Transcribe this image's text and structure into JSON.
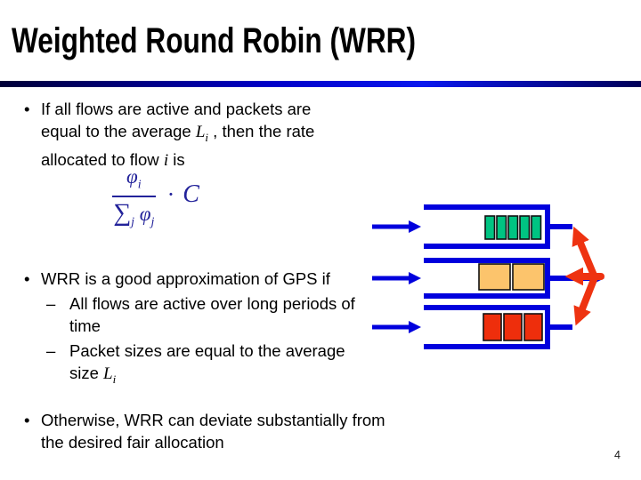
{
  "slide": {
    "title": "Weighted Round Robin (WRR)",
    "page_number": "4"
  },
  "bullet1": {
    "marker": "•",
    "t1": "If all flows are active and packets are equal to the average ",
    "math_L": "L",
    "math_L_sub": "i",
    "t2": " , then the rate allocated to flow ",
    "math_i": "i",
    "t3": " is"
  },
  "formula": {
    "phi_num": "φ",
    "sub_i": "i",
    "sigma": "∑",
    "sub_j": "j",
    "phi_den": "φ",
    "dot": "·",
    "capacity": "C"
  },
  "bullet2": {
    "marker": "•",
    "text": "WRR is a good approximation of GPS if",
    "sub_marker": "–",
    "sub_items": [
      {
        "text": "All flows are active over long periods of time"
      },
      {
        "prefix": "Packet sizes are equal to the average size ",
        "math": "L",
        "math_sub": "i"
      }
    ]
  },
  "bullet3": {
    "marker": "•",
    "text": "Otherwise, WRR can deviate substantially from the desired fair allocation"
  },
  "diagram": {
    "flow_color": "#0000dd",
    "scheduler_color": "#ee3311",
    "packet_border": "#111111",
    "queues": [
      {
        "name": "queue-1",
        "packet_count": 5,
        "packet_color": "#00c482"
      },
      {
        "name": "queue-2",
        "packet_count": 2,
        "packet_color": "#fcc46c"
      },
      {
        "name": "queue-3",
        "packet_count": 3,
        "packet_color": "#ee2e0c"
      }
    ]
  }
}
